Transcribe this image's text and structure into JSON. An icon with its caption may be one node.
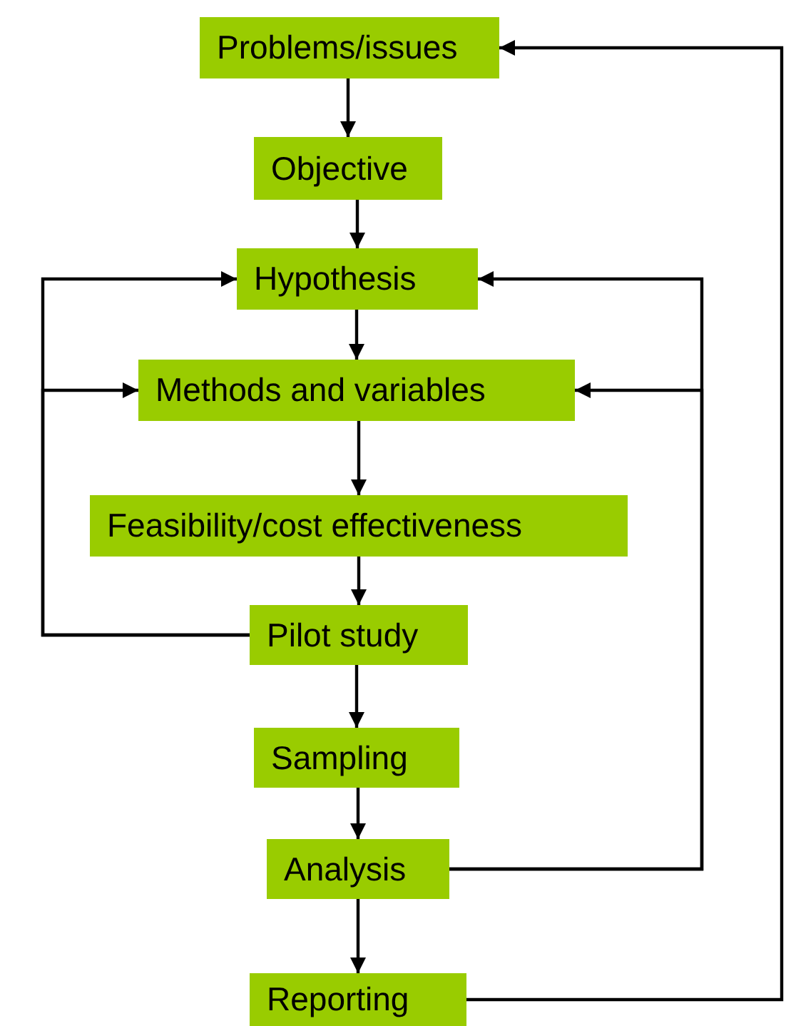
{
  "diagram": {
    "nodes": [
      {
        "text": [
          "Problems/issues"
        ]
      },
      {
        "text": [
          "Objective"
        ]
      },
      {
        "text": [
          "Hypothesis"
        ]
      },
      {
        "text": [
          "Methods and variables"
        ]
      },
      {
        "text": [
          "Feasibility/cost effectiveness"
        ]
      },
      {
        "text": [
          "Pilot study"
        ]
      },
      {
        "text": [
          "Sampling"
        ]
      },
      {
        "text": [
          "Analysis"
        ]
      },
      {
        "text": [
          "Reporting"
        ]
      }
    ],
    "edges": [
      {
        "from": 0,
        "to": 1,
        "arrow": "to"
      },
      {
        "from": 1,
        "to": 2,
        "arrow": "to"
      },
      {
        "from": 2,
        "to": 3,
        "arrow": "to"
      },
      {
        "from": 3,
        "to": 4,
        "arrow": "to"
      },
      {
        "from": 4,
        "to": 5,
        "arrow": "to"
      },
      {
        "from": 5,
        "to": 6,
        "arrow": "to"
      },
      {
        "from": 6,
        "to": 7,
        "arrow": "to"
      },
      {
        "from": 7,
        "to": 8,
        "arrow": "to"
      },
      {
        "from": 5,
        "to": 2,
        "arrow": "to"
      },
      {
        "from": 5,
        "to": 3,
        "arrow": "to"
      },
      {
        "from": 7,
        "to": 2,
        "arrow": "to"
      },
      {
        "from": 7,
        "to": 3,
        "arrow": "to"
      },
      {
        "from": 8,
        "to": 0,
        "arrow": "to"
      }
    ]
  }
}
